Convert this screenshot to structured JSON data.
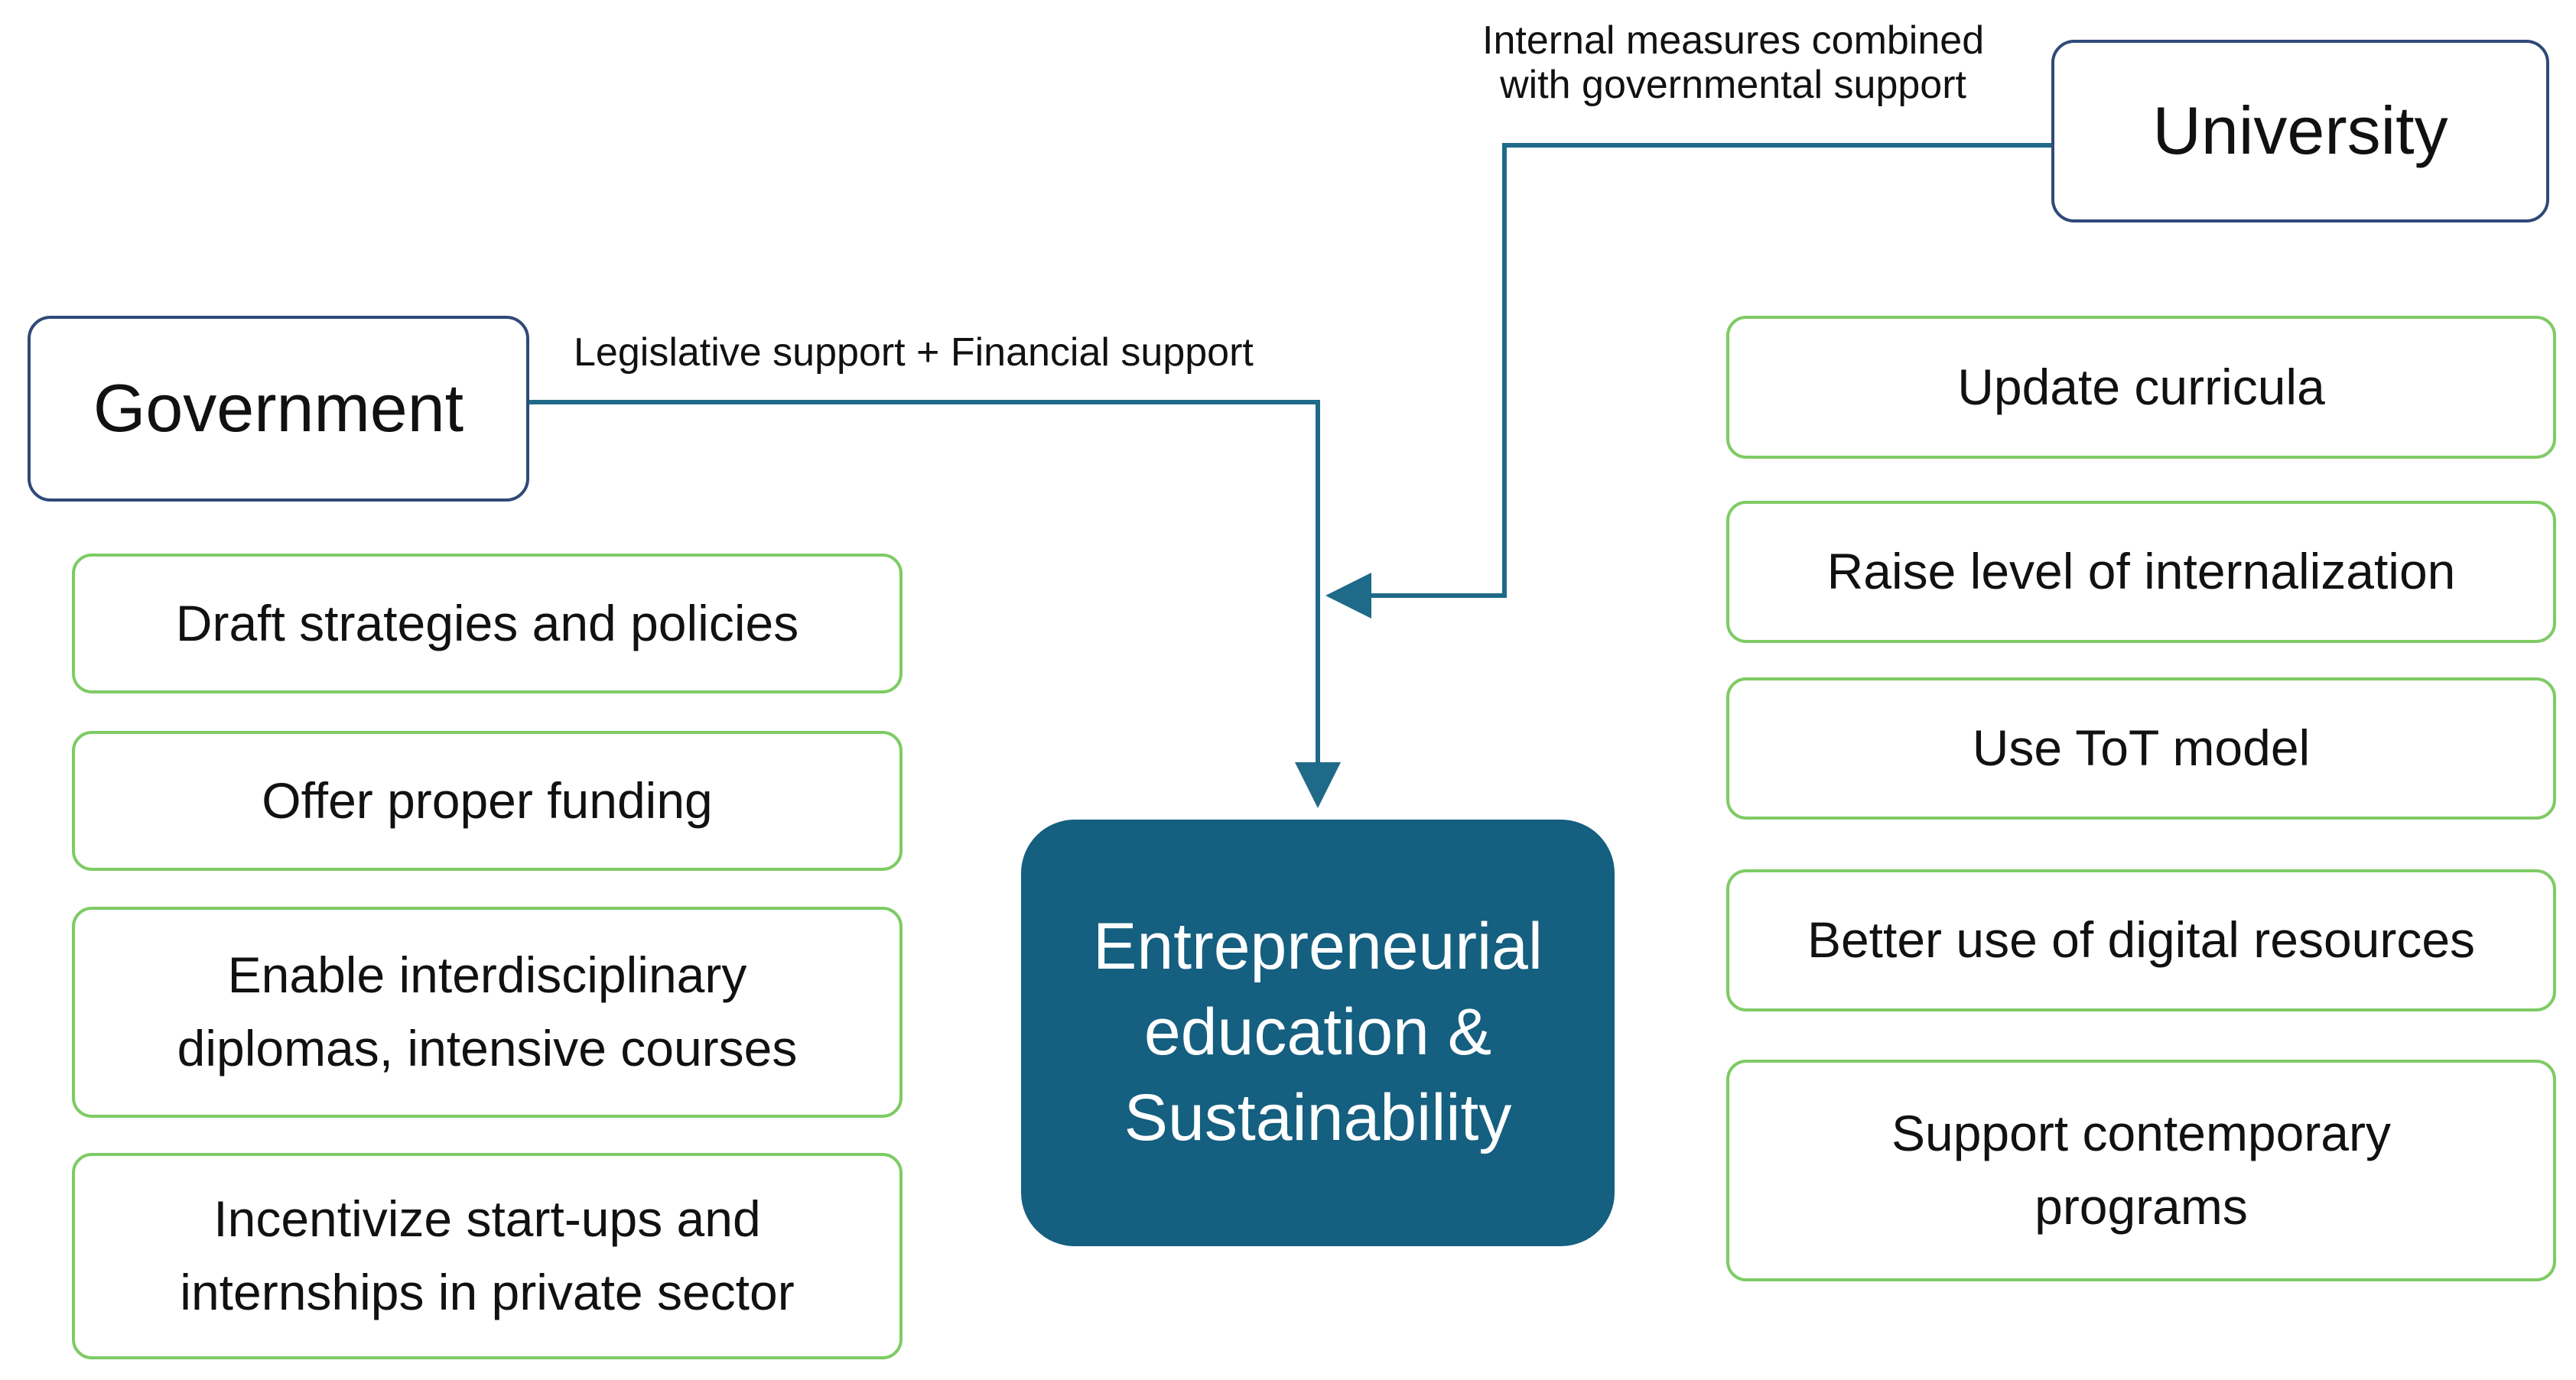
{
  "colors": {
    "actor_border": "#2f4a78",
    "action_border": "#7ecb64",
    "center_fill": "#155f80",
    "center_text": "#ffffff",
    "connector": "#1f6a89"
  },
  "actors": {
    "government": "Government",
    "university": "University"
  },
  "center": {
    "line1": "Entrepreneurial",
    "line2": "education &",
    "line3": "Sustainability"
  },
  "edges": {
    "government_to_center": "Legislative support + Financial support",
    "university_to_center": {
      "line1": "Internal measures combined",
      "line2": "with governmental support"
    }
  },
  "government_actions": [
    {
      "line1": "Draft strategies and policies"
    },
    {
      "line1": "Offer proper funding"
    },
    {
      "line1": "Enable interdisciplinary",
      "line2": "diplomas, intensive courses"
    },
    {
      "line1": "Incentivize start-ups and",
      "line2": "internships in private sector"
    }
  ],
  "university_actions": [
    {
      "line1": "Update curricula"
    },
    {
      "line1": "Raise level of internalization"
    },
    {
      "line1": "Use ToT model"
    },
    {
      "line1": "Better use of digital resources"
    },
    {
      "line1": "Support contemporary",
      "line2": "programs"
    }
  ]
}
